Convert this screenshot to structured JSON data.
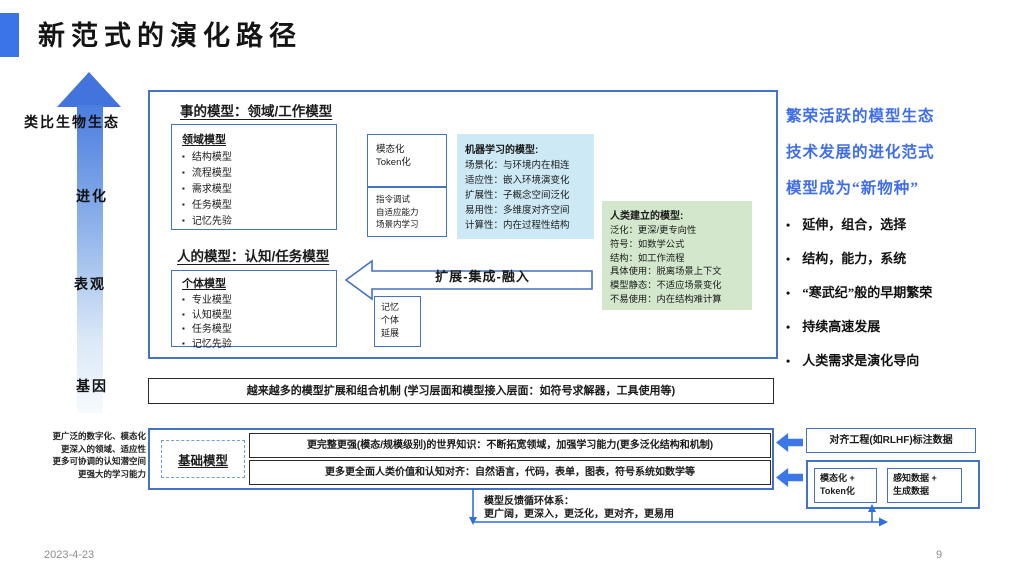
{
  "colors": {
    "accent_blue": "#4472c4",
    "bright_blue": "#3b73e8",
    "light_blue_fill": "#cde9f5",
    "green_fill": "#d2e7cb",
    "blue_text": "#3f6ee8",
    "gray_text": "#8c8c8c"
  },
  "slide": {
    "title": "新范式的演化路径",
    "date": "2023-4-23",
    "page_number": "9"
  },
  "evolution_axis": {
    "top_label": "类比生物生态",
    "levels": [
      "进化",
      "表观",
      "基因"
    ]
  },
  "model_ecosystem": {
    "things_header": "事的模型：领域/工作模型",
    "domain_box": {
      "title": "领域模型",
      "items": [
        "结构模型",
        "流程模型",
        "需求模型",
        "任务模型",
        "记忆先验"
      ]
    },
    "modality_box": {
      "lines": [
        "模态化",
        "Token化"
      ]
    },
    "instruct_box": {
      "lines": [
        "指令调试",
        "自适应能力",
        "场景内学习"
      ]
    },
    "ml_box": {
      "title": "机器学习的模型:",
      "items": [
        "场景化：与环境内在相连",
        "适应性：嵌入环境演变化",
        "扩展性：子概念空间泛化",
        "易用性：多维度对齐空间",
        "计算性：内在过程性结构"
      ]
    },
    "human_box": {
      "title": "人类建立的模型:",
      "items": [
        "泛化：更深/更专向性",
        "符号：如数学公式",
        "结构：如工作流程",
        "具体使用：脱离场景上下文",
        "模型静态：不适应场景变化",
        "不易使用：内在结构难计算"
      ]
    },
    "people_header": "人的模型：认知/任务模型",
    "individual_box": {
      "title": "个体模型",
      "items": [
        "专业模型",
        "认知模型",
        "任务模型",
        "记忆先验"
      ]
    },
    "expand_arrow_label": "扩展-集成-融入",
    "memory_box": {
      "lines": [
        "记忆",
        "个体",
        "延展"
      ]
    }
  },
  "right_panel": {
    "headlines": [
      "繁荣活跃的模型生态",
      "技术发展的进化范式",
      "模型成为“新物种”"
    ],
    "bullets": [
      "延伸，组合，选择",
      "结构，能力，系统",
      "“寒武纪”般的早期繁荣",
      "持续高速发展",
      "人类需求是演化导向"
    ]
  },
  "mechanism_bar": {
    "text": "越来越多的模型扩展和组合机制 (学习层面和模型接入层面：如符号求解器，工具使用等)"
  },
  "foundation": {
    "side_note_lines": [
      "更广泛的数字化、模态化",
      "更深入的领域、适应性",
      "更多可协调的认知潜空间",
      "更强大的学习能力"
    ],
    "label": "基础模型",
    "row1": "更完整更强(模态/规模级别)的世界知识：不断拓宽领域，加强学习能力(更多泛化结构和机制)",
    "row2": "更多更全面人类价值和认知对齐：自然语言，代码，表单，图表，符号系统如数学等"
  },
  "data_sources": {
    "rlhf_label": "对齐工程(如RLHF)标注数据",
    "modality_token_lines": [
      "模态化 +",
      "Token化"
    ],
    "perception_lines": [
      "感知数据 +",
      "生成数据"
    ]
  },
  "feedback_loop": {
    "title": "模型反馈循环体系：",
    "line": "更广阔，更深入，更泛化，更对齐，更易用"
  }
}
